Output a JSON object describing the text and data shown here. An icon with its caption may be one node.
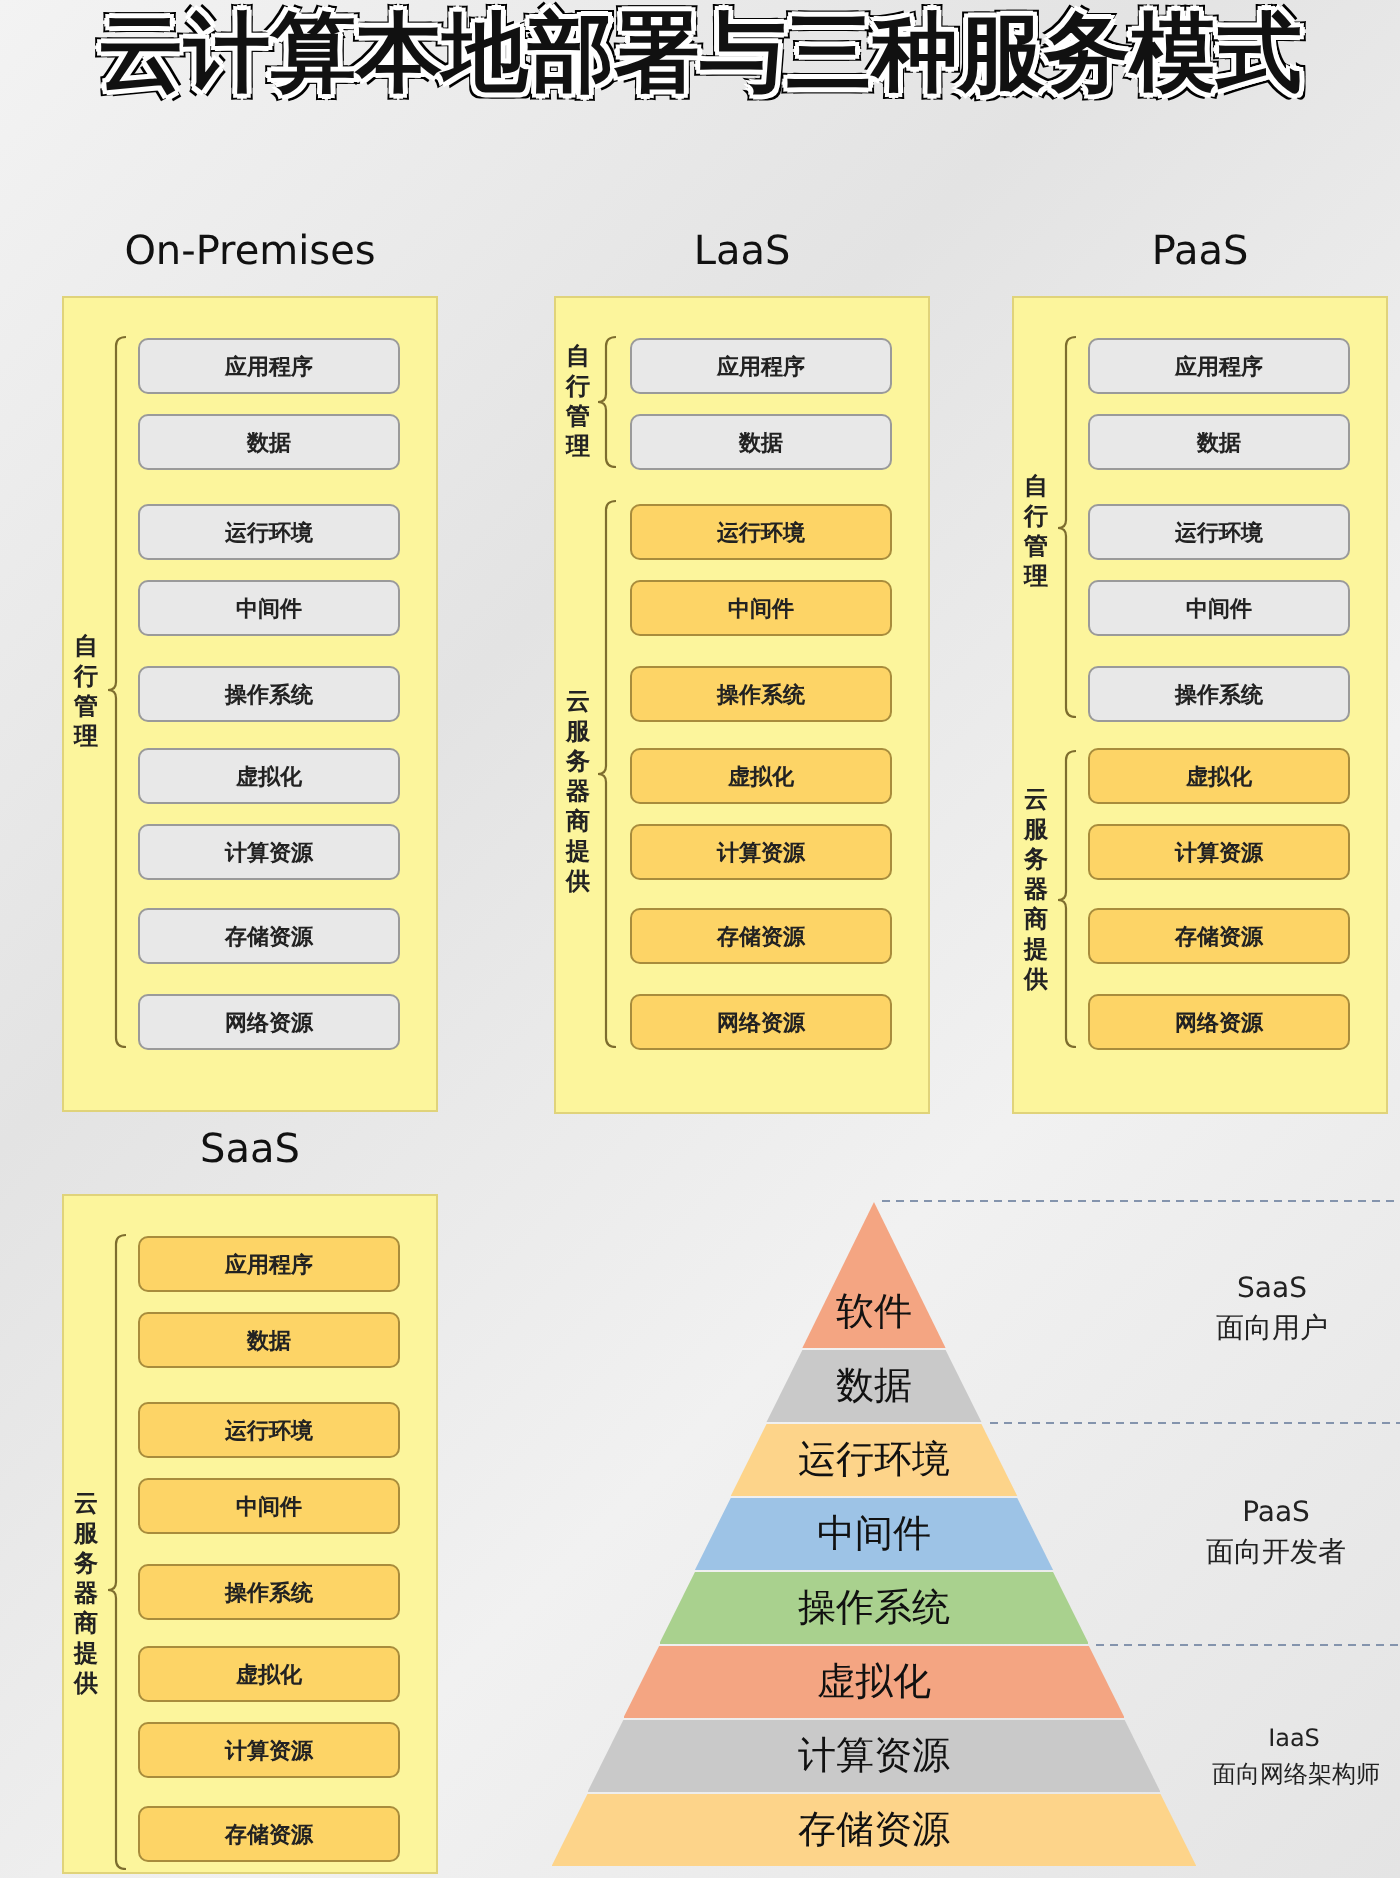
{
  "diagram": {
    "title": "云计算本地部署与三种服务模式",
    "nodes": [
      {
        "text": [
          "On-Premises"
        ]
      },
      {
        "text": [
          "应用程序"
        ],
        "in": 0
      },
      {
        "text": [
          "数据"
        ],
        "in": 0
      },
      {
        "text": [
          "运行环境"
        ],
        "in": 0
      },
      {
        "text": [
          "中间件"
        ],
        "in": 0
      },
      {
        "text": [
          "操作系统"
        ],
        "in": 0
      },
      {
        "text": [
          "虚拟化"
        ],
        "in": 0
      },
      {
        "text": [
          "计算资源"
        ],
        "in": 0
      },
      {
        "text": [
          "存储资源"
        ],
        "in": 0
      },
      {
        "text": [
          "网络资源"
        ],
        "in": 0
      },
      {
        "text": [
          "LaaS"
        ]
      },
      {
        "text": [
          "应用程序"
        ],
        "in": 10
      },
      {
        "text": [
          "数据"
        ],
        "in": 10
      },
      {
        "text": [
          "运行环境"
        ],
        "in": 10
      },
      {
        "text": [
          "中间件"
        ],
        "in": 10
      },
      {
        "text": [
          "操作系统"
        ],
        "in": 10
      },
      {
        "text": [
          "虚拟化"
        ],
        "in": 10
      },
      {
        "text": [
          "计算资源"
        ],
        "in": 10
      },
      {
        "text": [
          "存储资源"
        ],
        "in": 10
      },
      {
        "text": [
          "网络资源"
        ],
        "in": 10
      },
      {
        "text": [
          "PaaS"
        ]
      },
      {
        "text": [
          "应用程序"
        ],
        "in": 20
      },
      {
        "text": [
          "数据"
        ],
        "in": 20
      },
      {
        "text": [
          "运行环境"
        ],
        "in": 20
      },
      {
        "text": [
          "中间件"
        ],
        "in": 20
      },
      {
        "text": [
          "操作系统"
        ],
        "in": 20
      },
      {
        "text": [
          "虚拟化"
        ],
        "in": 20
      },
      {
        "text": [
          "计算资源"
        ],
        "in": 20
      },
      {
        "text": [
          "存储资源"
        ],
        "in": 20
      },
      {
        "text": [
          "网络资源"
        ],
        "in": 20
      },
      {
        "text": [
          "SaaS"
        ]
      },
      {
        "text": [
          "应用程序"
        ],
        "in": 30
      },
      {
        "text": [
          "数据"
        ],
        "in": 30
      },
      {
        "text": [
          "运行环境"
        ],
        "in": 30
      },
      {
        "text": [
          "中间件"
        ],
        "in": 30
      },
      {
        "text": [
          "操作系统"
        ],
        "in": 30
      },
      {
        "text": [
          "虚拟化"
        ],
        "in": 30
      },
      {
        "text": [
          "计算资源"
        ],
        "in": 30
      },
      {
        "text": [
          "存储资源"
        ],
        "in": 30
      },
      {
        "text": [
          "软件"
        ]
      },
      {
        "text": [
          "数据"
        ]
      },
      {
        "text": [
          "运行环境"
        ]
      },
      {
        "text": [
          "中间件"
        ]
      },
      {
        "text": [
          "操作系统"
        ]
      },
      {
        "text": [
          "虚拟化"
        ]
      },
      {
        "text": [
          "计算资源"
        ]
      },
      {
        "text": [
          "存储资源"
        ]
      }
    ],
    "labels": [
      "自行管理",
      "自行管理",
      "云服务器商提供",
      "自行管理",
      "云服务器商提供",
      "云服务器商提供",
      "SaaS",
      "面向用户",
      "PaaS",
      "面向开发者",
      "IaaS",
      "面向网络架构师"
    ]
  }
}
